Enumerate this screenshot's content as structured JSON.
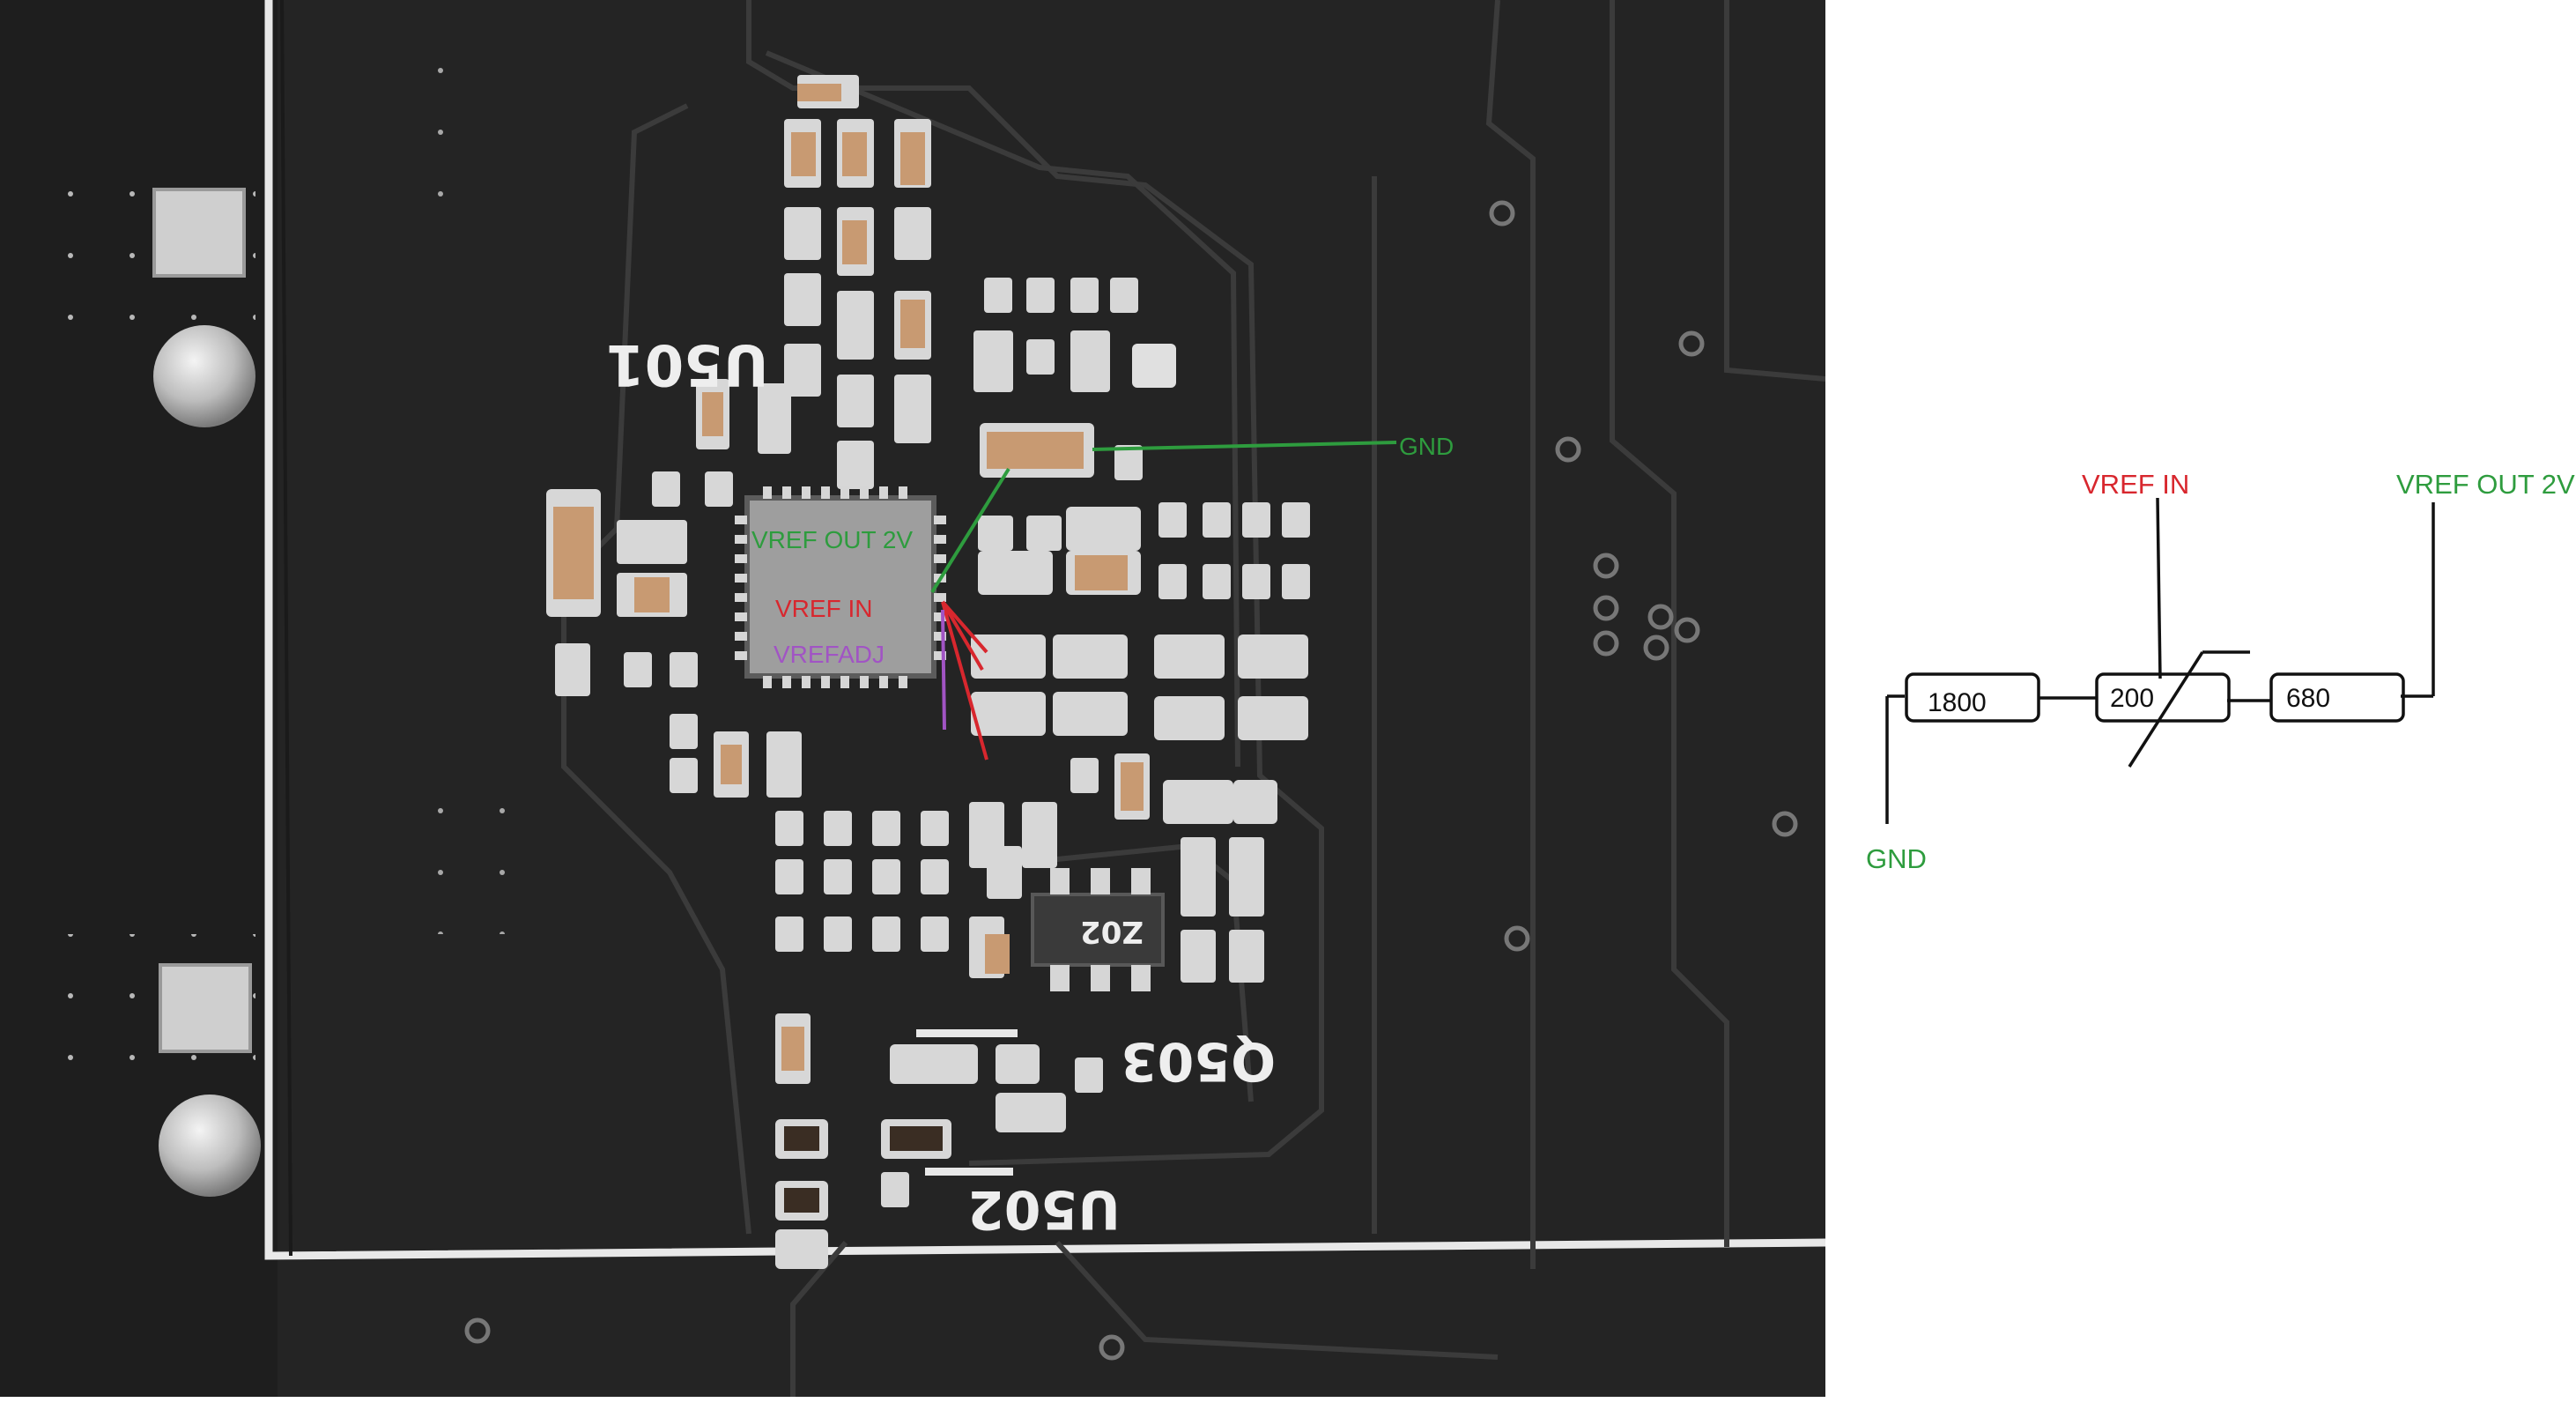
{
  "photo": {
    "silkscreen": {
      "u501": "U501",
      "q503": "Q503",
      "u502": "U502",
      "q503_marking": "Z02"
    },
    "annotations": {
      "gnd": "GND",
      "vref_out": "VREF OUT 2V",
      "vref_in": "VREF IN",
      "vrefadj": "VREFADJ"
    },
    "colors": {
      "board": "#262626",
      "trace": "#3a3a3a",
      "silkscreen": "#eeeeee",
      "pad": "#d8d8d8",
      "component_body": "#c89a72",
      "green_annotation": "#2e9c3e",
      "red_annotation": "#d8272e",
      "purple_annotation": "#a154c4"
    }
  },
  "schematic": {
    "labels": {
      "vref_in": "VREF IN",
      "vref_out": "VREF OUT 2V",
      "gnd": "GND"
    },
    "resistors": [
      {
        "value": "1800",
        "kind": "fixed"
      },
      {
        "value": "200",
        "kind": "variable"
      },
      {
        "value": "680",
        "kind": "fixed"
      }
    ],
    "colors": {
      "red_label": "#d8272e",
      "green_label": "#2e9c3e",
      "wire": "#111111"
    }
  }
}
